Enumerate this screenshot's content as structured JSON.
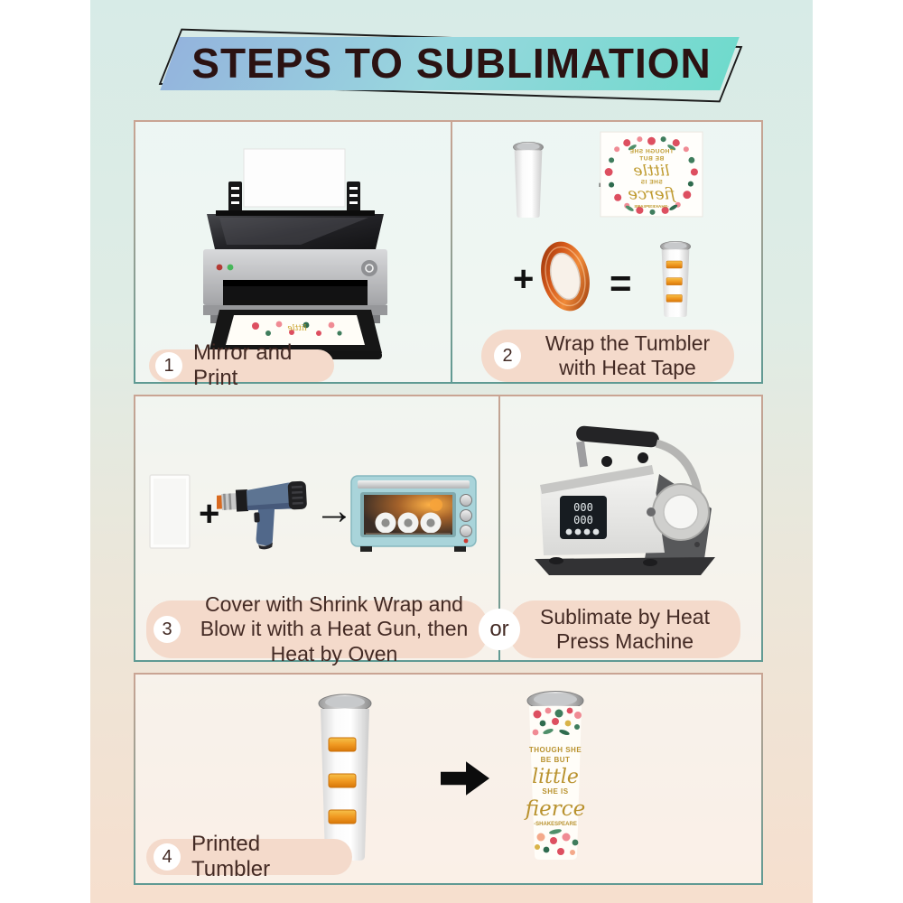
{
  "title": {
    "text": "STEPS TO SUBLIMATION"
  },
  "steps": [
    {
      "number": "1",
      "label": "Mirror and Print"
    },
    {
      "number": "2",
      "label": "Wrap the Tumbler with Heat Tape"
    },
    {
      "number": "3",
      "label": "Cover with Shrink Wrap and Blow it with a Heat Gun, then Heat by Oven"
    },
    {
      "number": "4",
      "label": "Printed Tumbler"
    }
  ],
  "alternative": {
    "connector": "or",
    "label": "Sublimate by Heat Press Machine"
  },
  "symbols": {
    "plus": "+",
    "equals": "=",
    "arrow_right": "→"
  },
  "tumbler_design": {
    "line1": "THOUGH SHE",
    "line2": "BE BUT",
    "line3": "little",
    "line4": "SHE IS",
    "line5": "fierce",
    "line6": "-SHAKESPEARE"
  },
  "heat_press": {
    "display_line1": "000",
    "display_line2": "000"
  },
  "colors": {
    "banner_gradient_start": "#94b4dd",
    "banner_gradient_end": "#6fdacc",
    "title_text": "#2b1212",
    "page_top": "#d7ebe7",
    "page_bottom": "#f6dfce",
    "panel_border_top": "#c9a493",
    "panel_border_bottom": "#5f9a93",
    "pill_background": "#f4dacb",
    "pill_text": "#432a24",
    "tape_orange": "#e07f12",
    "oven_blue": "#a9d4da",
    "heat_gun_blue": "#5d7492",
    "design_gold": "#b9922e"
  }
}
